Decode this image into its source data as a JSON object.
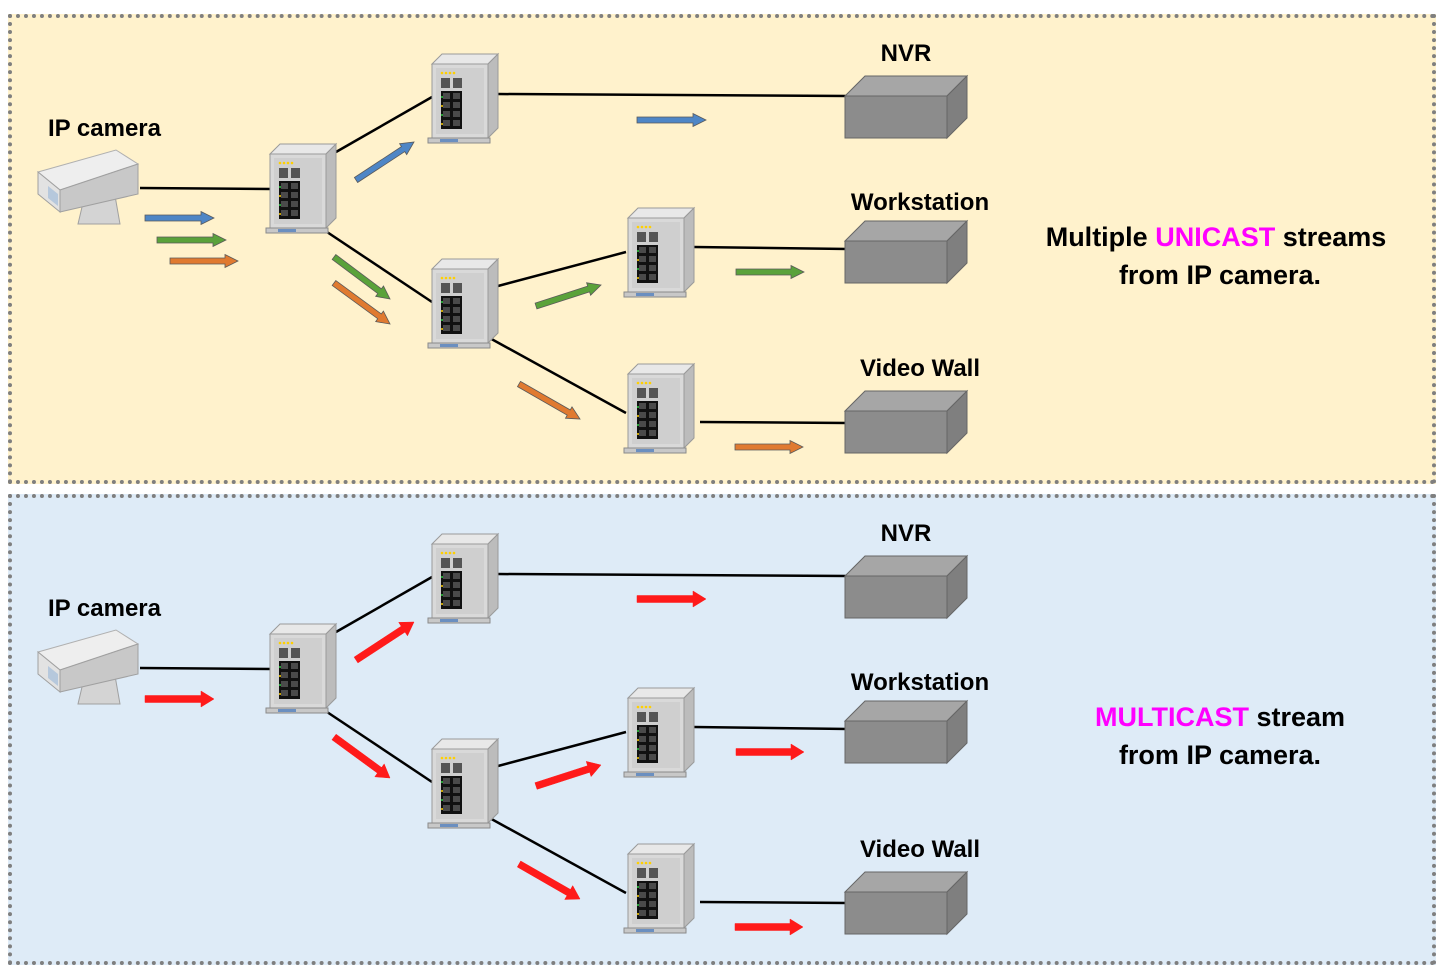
{
  "unicast_panel": {
    "camera_label": "IP camera",
    "destinations": {
      "nvr": "NVR",
      "workstation": "Workstation",
      "video_wall": "Video Wall"
    },
    "caption": {
      "line1_pre": "Multiple ",
      "line1_highlight": "UNICAST",
      "line1_post": " streams",
      "line2": "from IP camera."
    },
    "stream_colors": {
      "blue": "#4e86c6",
      "green": "#5aa23a",
      "orange": "#e07a30"
    }
  },
  "multicast_panel": {
    "camera_label": "IP camera",
    "destinations": {
      "nvr": "NVR",
      "workstation": "Workstation",
      "video_wall": "Video Wall"
    },
    "caption": {
      "line1_highlight": "MULTICAST",
      "line1_post": " stream",
      "line2": "from IP camera."
    },
    "stream_colors": {
      "red": "#ff1a1a"
    }
  },
  "colors": {
    "highlight": "#ff00ff",
    "unicast_bg": "#fff2cc",
    "multicast_bg": "#deebf7"
  }
}
